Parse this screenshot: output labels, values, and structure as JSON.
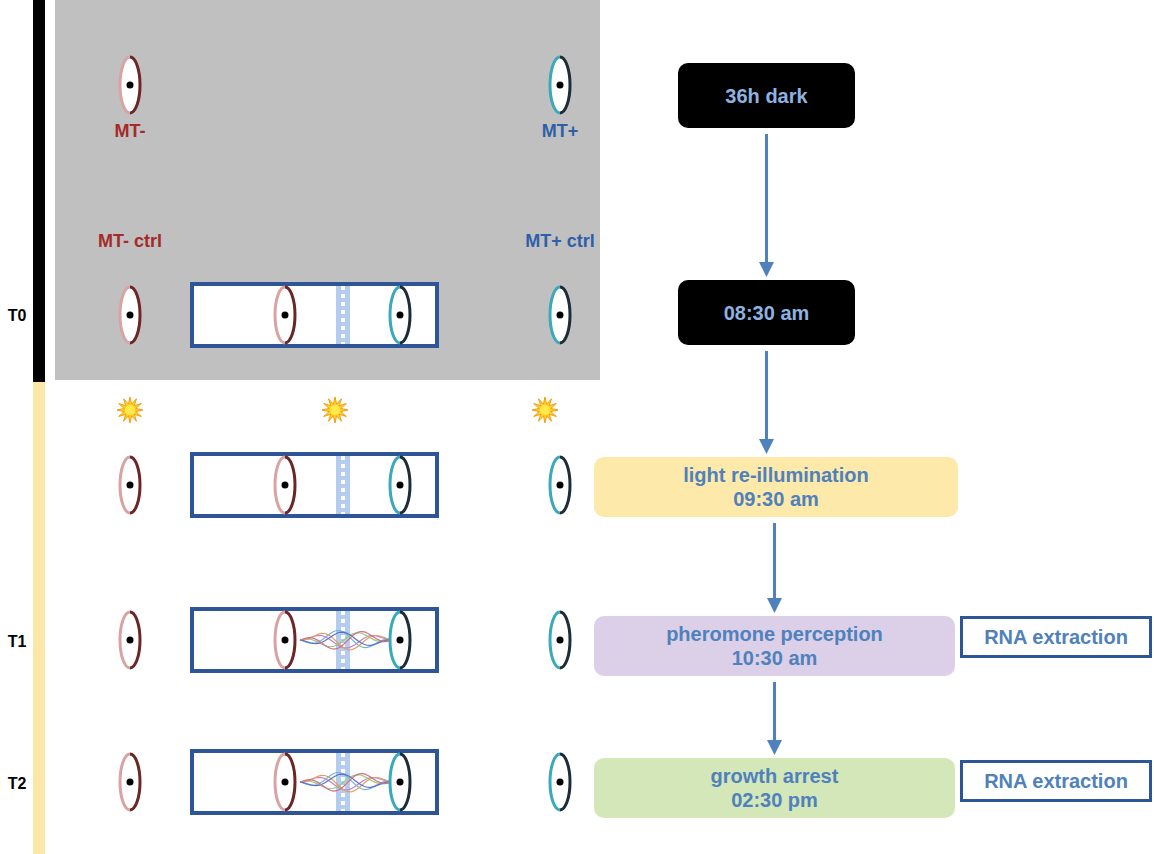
{
  "diagram": {
    "nodes": [
      {
        "text": [
          "36h dark"
        ]
      },
      {
        "text": [
          "08:30 am"
        ]
      },
      {
        "text": [
          "light re-illumination",
          "09:30 am"
        ]
      },
      {
        "text": [
          "pheromone perception",
          "10:30 am"
        ]
      },
      {
        "text": [
          "RNA extraction"
        ]
      },
      {
        "text": [
          "growth arrest",
          "02:30 pm"
        ]
      },
      {
        "text": [
          "RNA extraction"
        ]
      }
    ],
    "edges": [
      {
        "from": 0,
        "to": 1,
        "arrow": "to"
      },
      {
        "from": 1,
        "to": 2,
        "arrow": "to"
      },
      {
        "from": 2,
        "to": 3,
        "arrow": "to"
      },
      {
        "from": 3,
        "to": 5,
        "arrow": "to"
      }
    ],
    "labels": [
      "MT-",
      "MT+",
      "MT- ctrl",
      "MT+ ctrl",
      "T0",
      "T1",
      "T2"
    ]
  }
}
